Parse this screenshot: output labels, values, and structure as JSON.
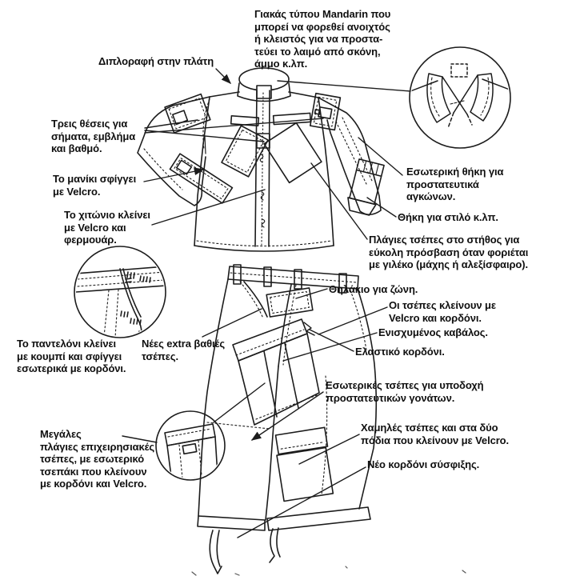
{
  "figure": {
    "title_hint": "Greek annotated diagram of a military combat jacket and trousers",
    "background_color": "#ffffff",
    "line_color": "#1c1c1c",
    "text_color": "#0f0f0f"
  },
  "labels": {
    "collar": {
      "text": "Γιακάς τύπου Mandarin που\nμπορεί να φορεθεί ανοιχτός\nή κλειστός για να προστα-\nτεύει το λαιμό από σκόνη,\nάμμο κ.λπ."
    },
    "back_seam": {
      "text": "Διπλοραφή στην πλάτη"
    },
    "three_positions": {
      "text": "Τρεις θέσεις για\nσήματα, εμβλήμα\nκαι βαθμό."
    },
    "sleeve_velcro": {
      "text": "Το μανίκι σφίγγει\nμε Velcro."
    },
    "tunic_closure": {
      "text": "Το χιτώνιο κλείνει\nμε Velcro και\nφερμουάρ."
    },
    "elbow_pocket": {
      "text": "Εσωτερική θήκη για\nπροστατευτικά\nαγκώνων."
    },
    "pen_pocket": {
      "text": "Θήκη για στιλό κ.λπ."
    },
    "chest_side_pockets": {
      "text": "Πλάγιες τσέπες στο στήθος για\nεύκολη πρόσβαση όταν φοριέται\nμε γιλέκο (μάχης ή αλεξίσφαιρο)."
    },
    "belt_loop": {
      "text": "Θηλάκιο για ζώνη."
    },
    "pockets_close": {
      "text": "Οι τσέπες κλείνουν με\nVelcro και κορδόνι."
    },
    "reinforced_crotch": {
      "text": "Ενισχυμένος καβάλος."
    },
    "elastic_cord": {
      "text": "Ελαστικό κορδόνι."
    },
    "trouser_closure": {
      "text": "Το παντελόνι κλείνει\nμε κουμπί και σφίγγει\nεσωτερικά με κορδόνι."
    },
    "deep_pockets": {
      "text": "Νέες extra βαθιές\nτσέπες."
    },
    "knee_pockets": {
      "text": "Εσωτερικές τσέπες για υποδοχή\nπροστατευτικών γονάτων."
    },
    "low_pockets": {
      "text": "Χαμηλές τσέπες και στα δύο\nπόδια που κλείνουν με Velcro."
    },
    "new_drawcord": {
      "text": "Νέο κορδόνι σύσφιξης."
    },
    "large_side_pockets": {
      "text": "Μεγάλες\nπλάγιες επιχειρησιακές\nτσέπες, με εσωτερικό\nτσεπάκι που κλείνουν\nμε κορδόνι και Velcro."
    }
  }
}
